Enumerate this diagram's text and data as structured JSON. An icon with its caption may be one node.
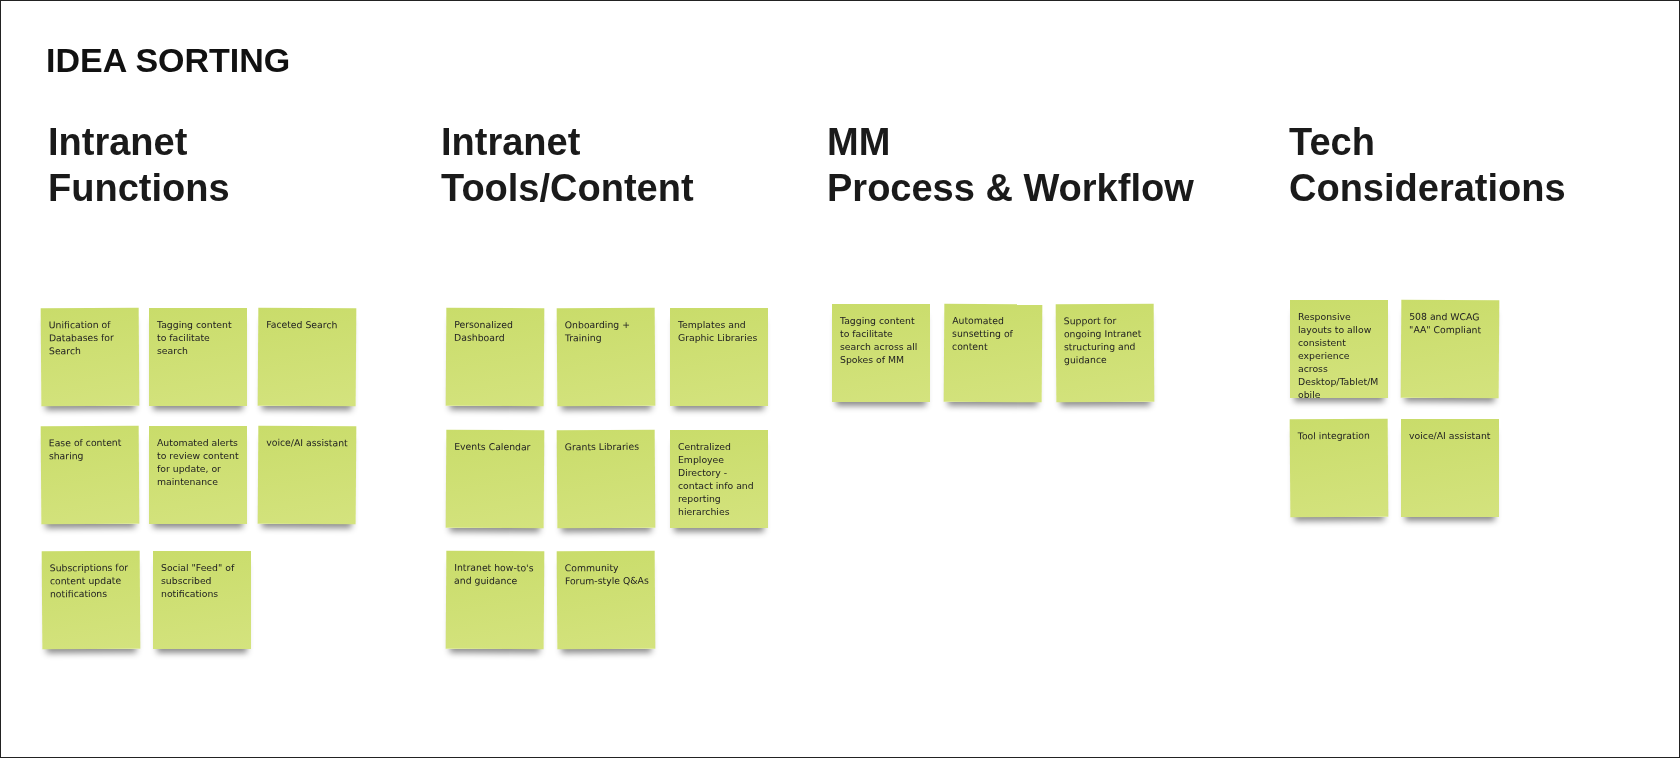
{
  "diagram": {
    "title": "IDEA SORTING",
    "nodes": [
      {
        "text": [
          "Unification of Databases for Search"
        ]
      },
      {
        "text": [
          "Tagging content to facilitate search"
        ]
      },
      {
        "text": [
          "Faceted Search"
        ]
      },
      {
        "text": [
          "Ease of content sharing"
        ]
      },
      {
        "text": [
          "Automated alerts to review content for update, or maintenance"
        ]
      },
      {
        "text": [
          "voice/AI assistant"
        ]
      },
      {
        "text": [
          "Subscriptions for content update notifications"
        ]
      },
      {
        "text": [
          "Social \"Feed\" of subscribed notifications"
        ]
      },
      {
        "text": [
          "Personalized Dashboard"
        ]
      },
      {
        "text": [
          "Onboarding + Training"
        ]
      },
      {
        "text": [
          "Templates and Graphic Libraries"
        ]
      },
      {
        "text": [
          "Events Calendar"
        ]
      },
      {
        "text": [
          "Grants Libraries"
        ]
      },
      {
        "text": [
          "Centralized Employee Directory - contact info and reporting hierarchies"
        ]
      },
      {
        "text": [
          "Intranet how-to's and guidance"
        ]
      },
      {
        "text": [
          "Community Forum-style Q&As"
        ]
      },
      {
        "text": [
          "Tagging content to facilitate search across all Spokes of MM"
        ]
      },
      {
        "text": [
          "Automated sunsetting of content"
        ]
      },
      {
        "text": [
          "Support for ongoing Intranet structuring and guidance"
        ]
      },
      {
        "text": [
          "Responsive layouts  to allow consistent experience across Desktop/Tablet/Mobile"
        ]
      },
      {
        "text": [
          "508 and WCAG \"AA\" Compliant"
        ]
      },
      {
        "text": [
          "Tool integration"
        ]
      },
      {
        "text": [
          "voice/AI assistant"
        ]
      }
    ],
    "labels": [
      "Intranet Functions",
      "Intranet Tools/Content",
      "MM Process & Workflow",
      "Tech Considerations"
    ]
  }
}
